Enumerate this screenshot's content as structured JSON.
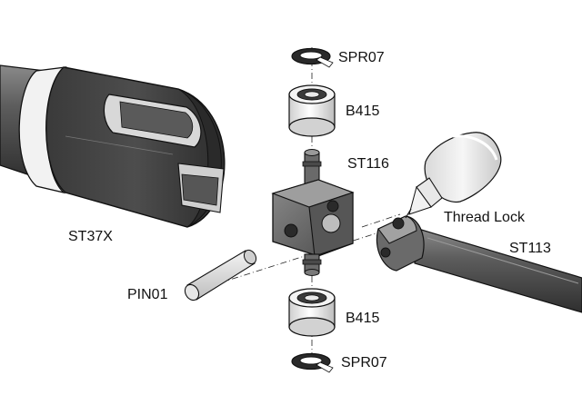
{
  "labels": {
    "spr07_top": "SPR07",
    "b415_top": "B415",
    "st116": "ST116",
    "st37x": "ST37X",
    "thread_lock": "Thread Lock",
    "st113": "ST113",
    "pin01": "PIN01",
    "b415_bottom": "B415",
    "spr07_bottom": "SPR07"
  },
  "colors": {
    "steel_dark": "#3a3a3a",
    "steel_mid": "#6b6b6b",
    "steel_light": "#a8a8a8",
    "bearing_white": "#efefef",
    "outline": "#111111"
  }
}
